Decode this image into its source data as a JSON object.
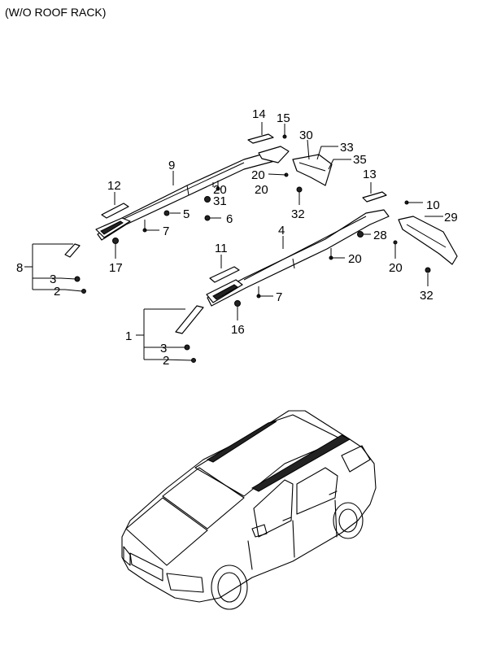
{
  "title": "(W/O ROOF RACK)",
  "callouts": [
    "14",
    "15",
    "30",
    "33",
    "35",
    "9",
    "20",
    "20",
    "12",
    "31",
    "5",
    "6",
    "7",
    "13",
    "10",
    "29",
    "28",
    "8",
    "3",
    "2",
    "17",
    "4",
    "20",
    "11",
    "20",
    "32",
    "7",
    "32",
    "16",
    "1",
    "3",
    "2",
    "20"
  ]
}
